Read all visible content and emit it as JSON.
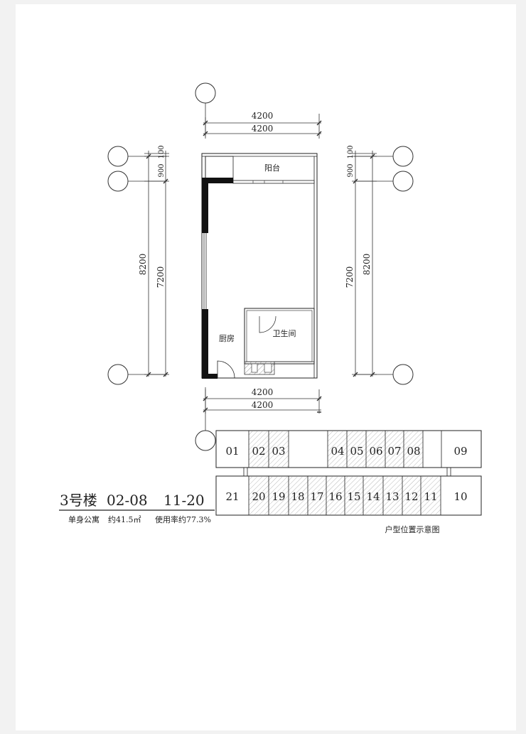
{
  "dimensions": {
    "top_outer": "4200",
    "top_inner": "4200",
    "bottom_outer": "4200",
    "bottom_inner": "4200",
    "left_total": "8200",
    "left_main": "7200",
    "left_balcony": "900",
    "left_extra": "100",
    "right_total": "8200",
    "right_main": "7200",
    "right_balcony": "900",
    "right_extra": "100"
  },
  "rooms": {
    "balcony": "阳台",
    "kitchen": "厨房",
    "bathroom": "卫生间"
  },
  "key_plan": {
    "top_row": [
      "01",
      "02",
      "03",
      "",
      "04",
      "05",
      "06",
      "07",
      "08",
      "",
      "09"
    ],
    "bottom_row": [
      "21",
      "20",
      "19",
      "18",
      "17",
      "16",
      "15",
      "14",
      "13",
      "12",
      "11",
      "10"
    ],
    "caption": "户型位置示意图"
  },
  "title": {
    "building": "3号楼",
    "range_1": "02-08",
    "range_2": "11-20",
    "type": "单身公寓",
    "area": "约41.5㎡",
    "efficiency": "使用率约77.3%"
  }
}
